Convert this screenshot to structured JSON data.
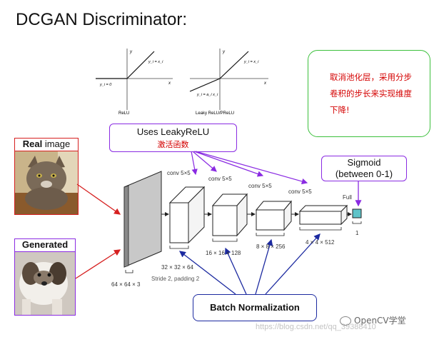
{
  "title": "DCGAN Discriminator:",
  "relu": {
    "label": "ReLU",
    "pos_eq": "y_i = x_i",
    "neg_eq": "y_i = 0",
    "x_axis": "x",
    "y_axis": "y"
  },
  "leaky": {
    "label": "Leaky ReLU/PReLU",
    "pos_eq": "y_i = x_i",
    "neg_eq": "y_i = a_i x_i",
    "x_axis": "x",
    "y_axis": "y"
  },
  "leaky_box": {
    "line1": "Uses LeakyReLU",
    "line2": "激活函数"
  },
  "note_box": {
    "text": "取消池化层，采用分步卷积的步长来实现维度下降!"
  },
  "real_label": {
    "bold": "Real",
    "rest": " image"
  },
  "generated_label": "Generated",
  "sigmoid_box": {
    "line1": "Sigmoid",
    "line2": "(between 0-1)"
  },
  "batchnorm_label": "Batch Normalization",
  "layers": {
    "input_dim": "64 × 64 × 3",
    "l1_dim": "32 × 32 × 64",
    "l2_dim": "16 × 16 × 128",
    "l3_dim": "8 × 8 × 256",
    "l4_dim": "4 × 4 × 512",
    "conv": "conv 5×5",
    "full": "Full",
    "out_dim": "1",
    "stride": "Stride 2, padding 2"
  },
  "watermark": {
    "url": "https://blog.csdn.net/qq_39388410",
    "brand": "OpenCV学堂"
  },
  "colors": {
    "purple": "#8a2be2",
    "red": "#d62020",
    "green": "#3cc03c",
    "blue": "#1c2aa0",
    "teal": "#5fc4c9"
  }
}
